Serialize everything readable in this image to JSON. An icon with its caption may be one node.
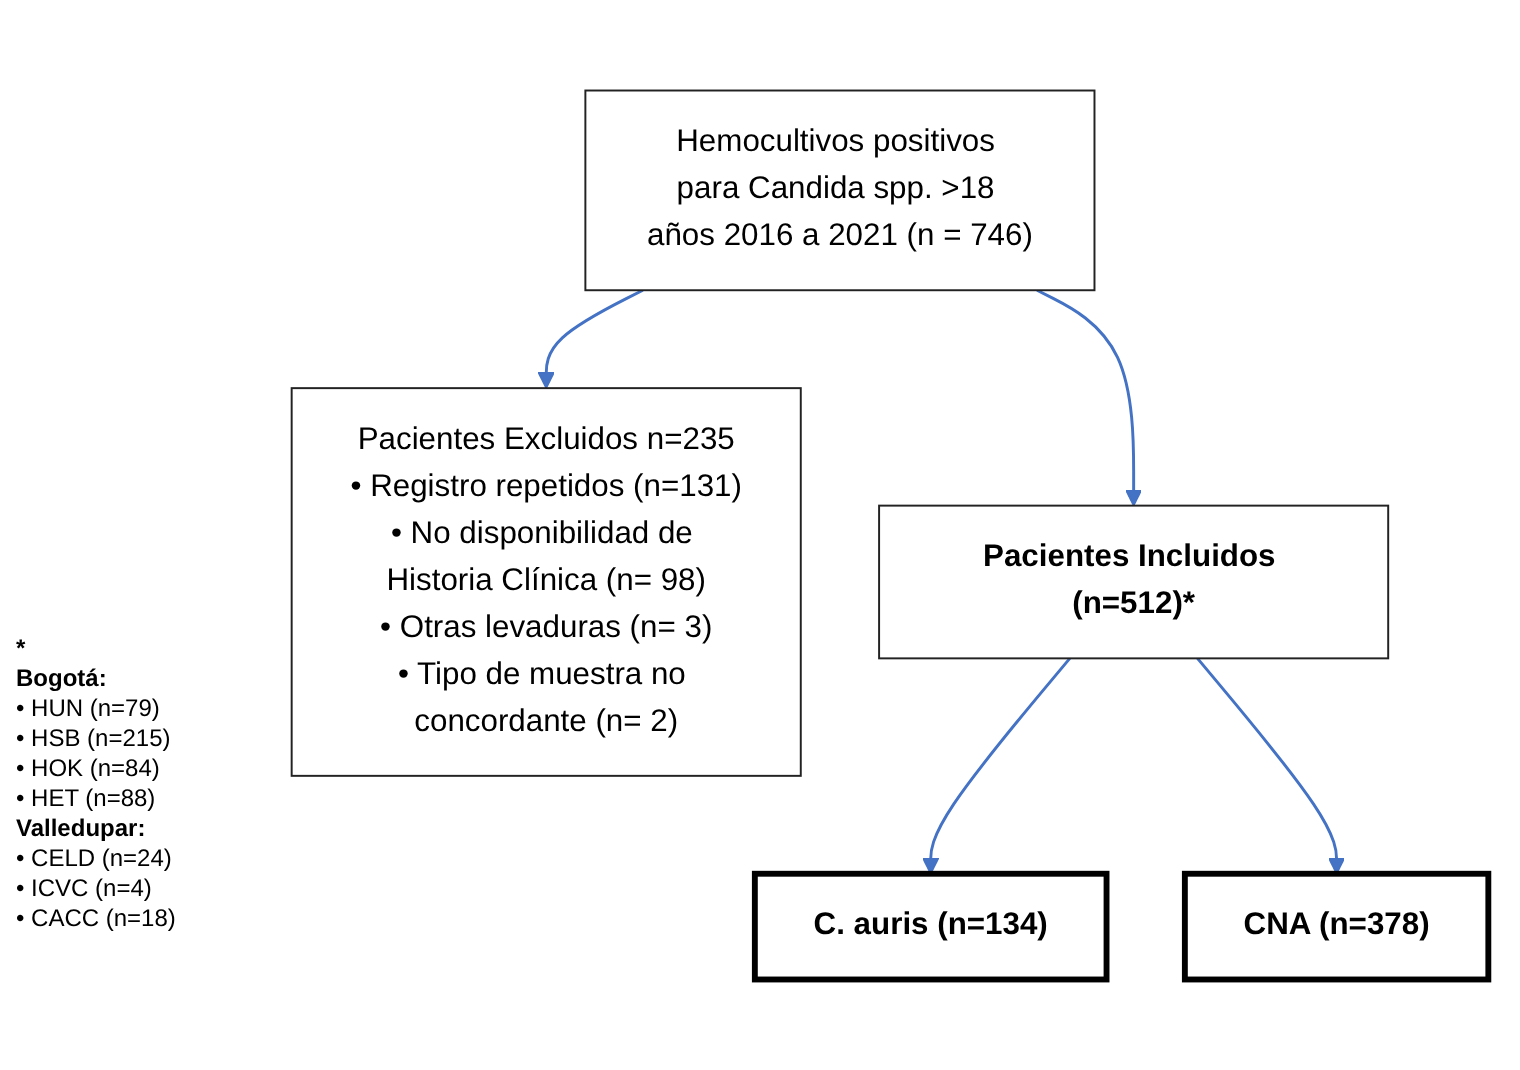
{
  "diagram": {
    "nodes": [
      {
        "text": [
          "Hemocultivos positivos para Candida spp. >18 años 2016 a 2021 (n = 746)"
        ]
      },
      {
        "text": [
          "Pacientes Excluidos n=235",
          "• Registro repetidos (n=131)",
          "• No disponibilidad de Historia Clínica (n= 98)",
          "• Otras levaduras (n= 3)",
          "• Tipo de muestra no concordante (n= 2)"
        ]
      },
      {
        "text": [
          "Pacientes Incluidos (n=512)*"
        ]
      },
      {
        "text": [
          "C. auris (n=134)"
        ]
      },
      {
        "text": [
          "CNA (n=378)"
        ]
      }
    ],
    "edges": [
      {
        "from": 0,
        "to": 1,
        "arrow": "to"
      },
      {
        "from": 0,
        "to": 2,
        "arrow": "to"
      },
      {
        "from": 2,
        "to": 3,
        "arrow": "to"
      },
      {
        "from": 2,
        "to": 4,
        "arrow": "to"
      }
    ],
    "labels": [
      "*",
      "Bogotá:",
      "• HUN (n=79)",
      "• HSB (n=215)",
      "• HOK (n=84)",
      "• HET (n=88)",
      "Valledupar:",
      "• CELD (n=24)",
      "• ICVC (n=4)",
      "• CACC (n=18)"
    ]
  }
}
